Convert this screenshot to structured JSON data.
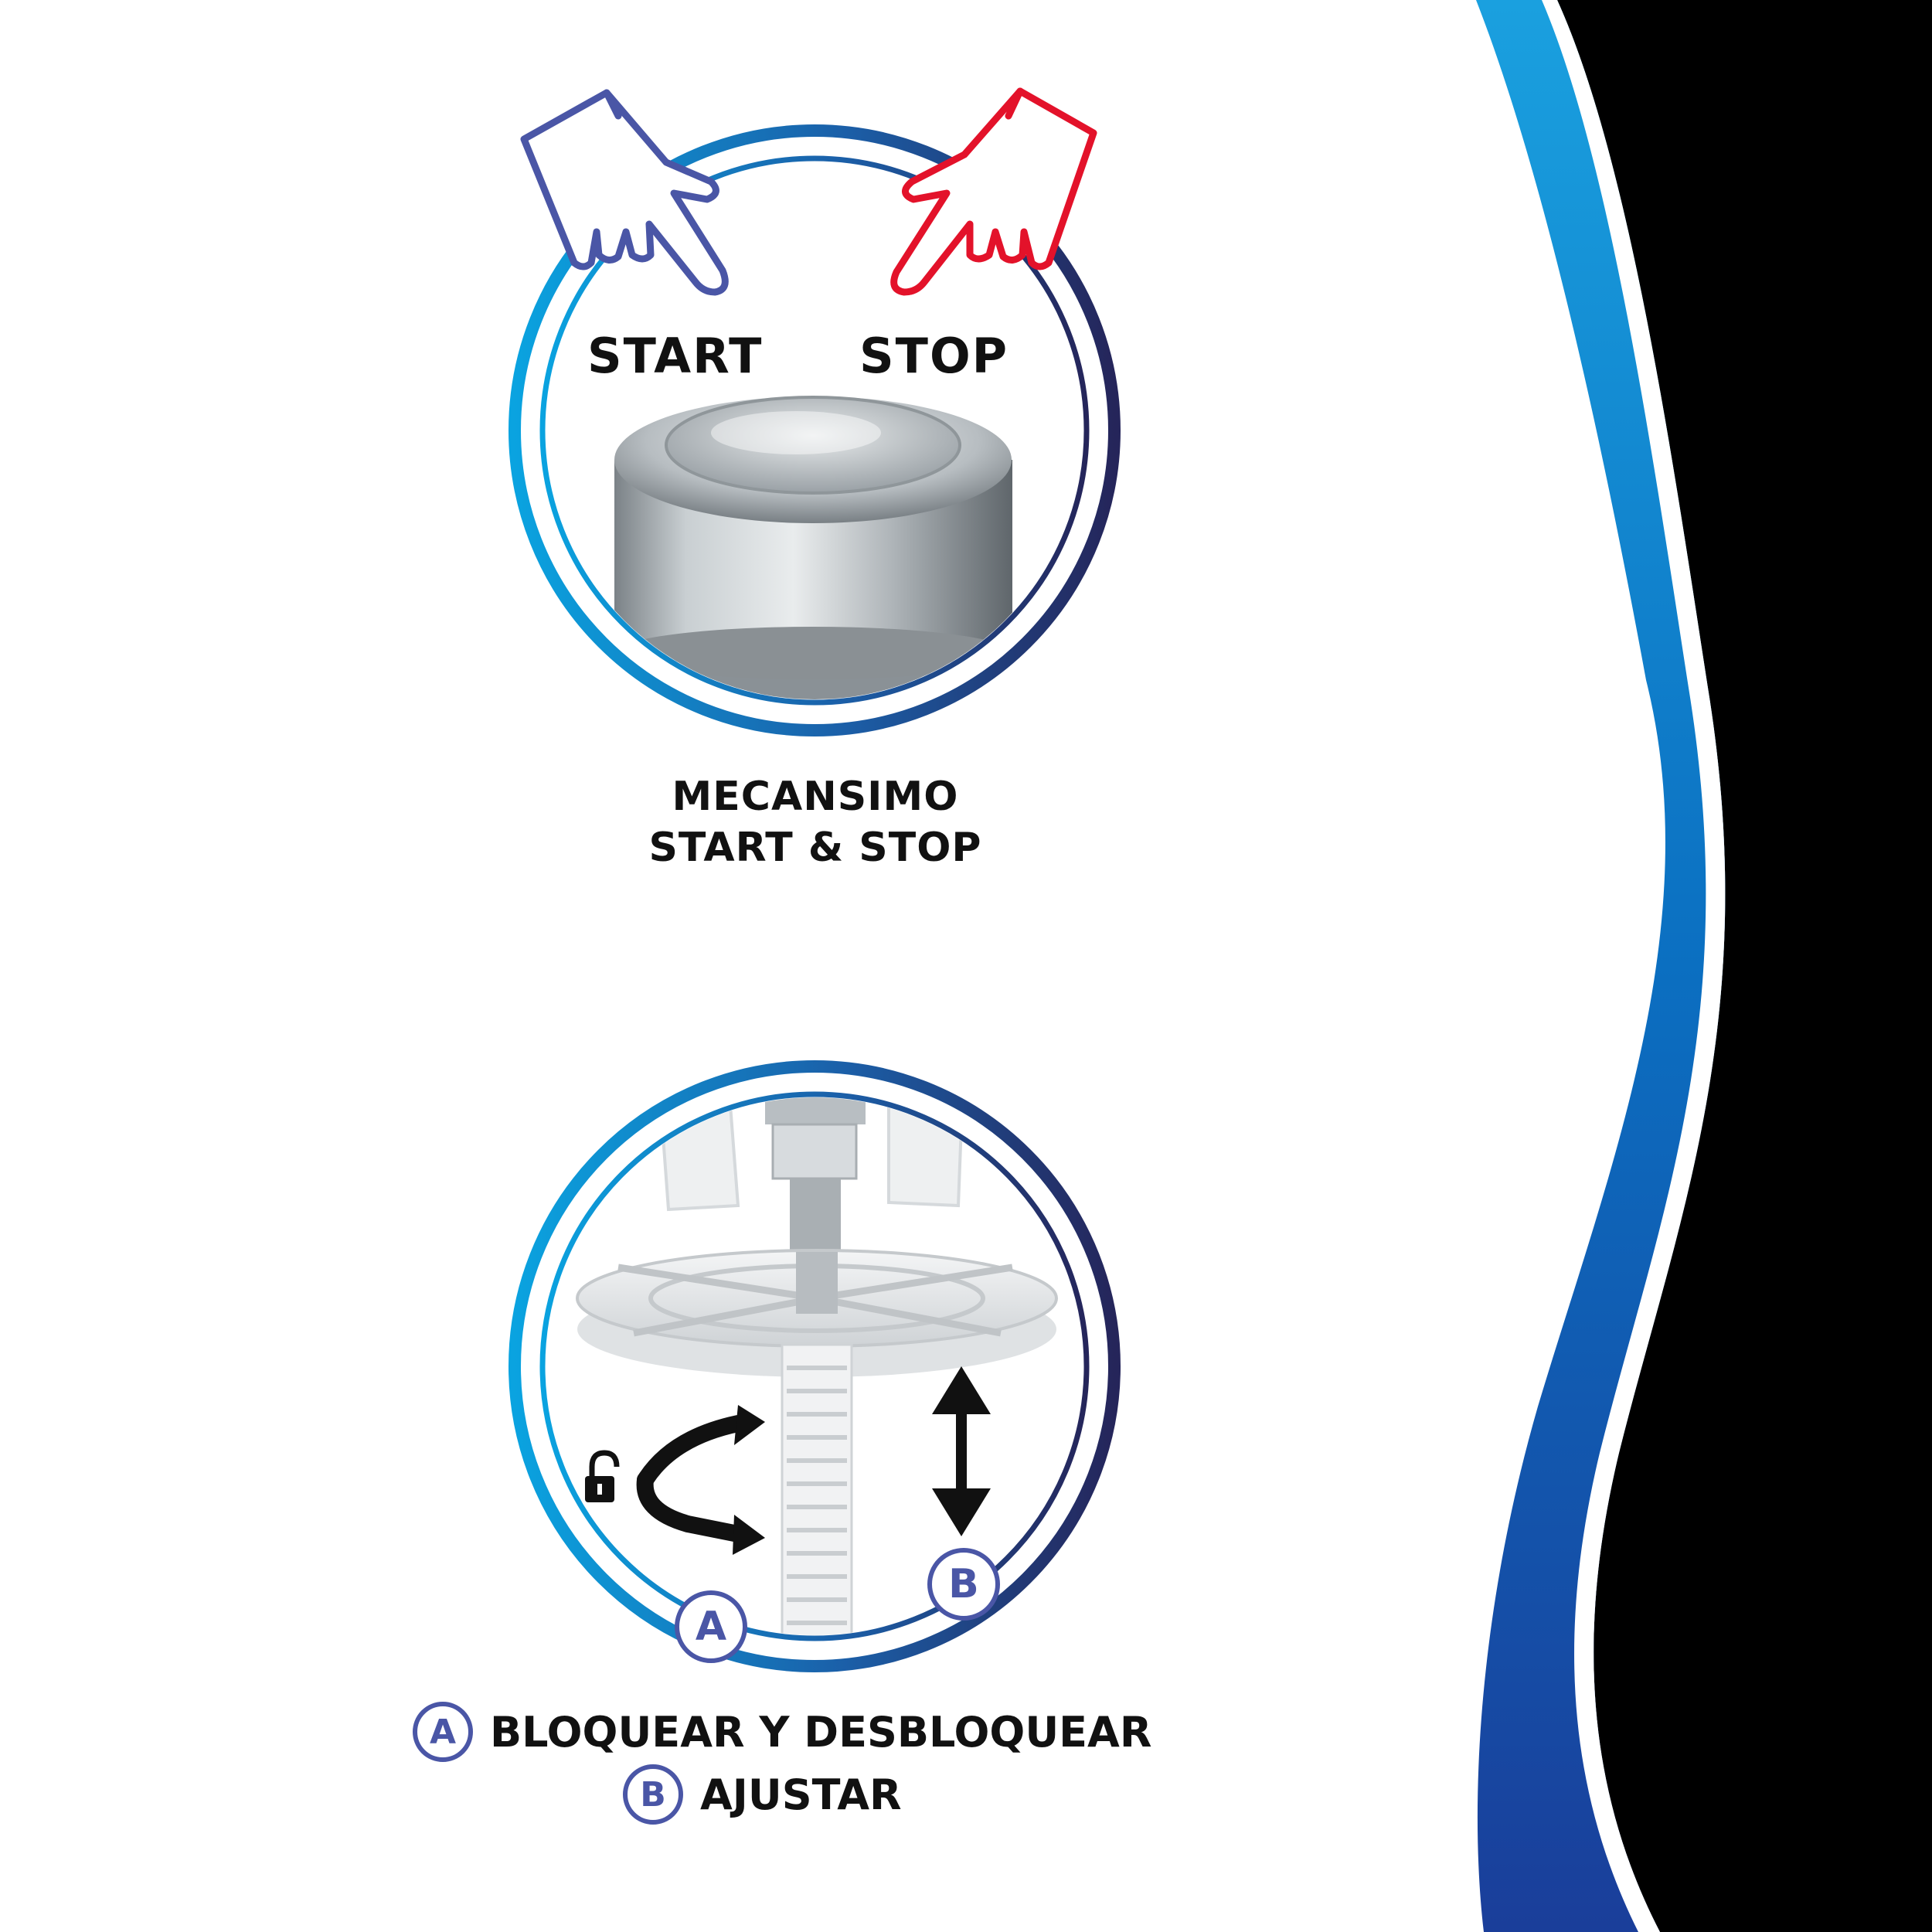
{
  "labels": {
    "start": "START",
    "stop": "STOP"
  },
  "caption_top": {
    "line1": "MECANSIMO",
    "line2": "START & STOP"
  },
  "legend": {
    "a": {
      "badge": "A",
      "text": "BLOQUEAR Y DESBLOQUEAR"
    },
    "b": {
      "badge": "B",
      "text": "AJUSTAR"
    }
  },
  "icons": {
    "left_hand": "pointing-hand-icon",
    "right_hand": "pointing-hand-icon",
    "lock": "open-padlock-icon",
    "rotate": "curved-rotate-arrow-icon",
    "vertical": "vertical-double-arrow-icon"
  },
  "colors": {
    "ring_cyan": "#0aa3e0",
    "ring_navy": "#25255a",
    "hand_blue": "#4a56a6",
    "hand_red": "#e3122a",
    "badge_blue": "#4a56a6",
    "wave_black": "#000000",
    "wave_blue": "#1f66b8"
  }
}
